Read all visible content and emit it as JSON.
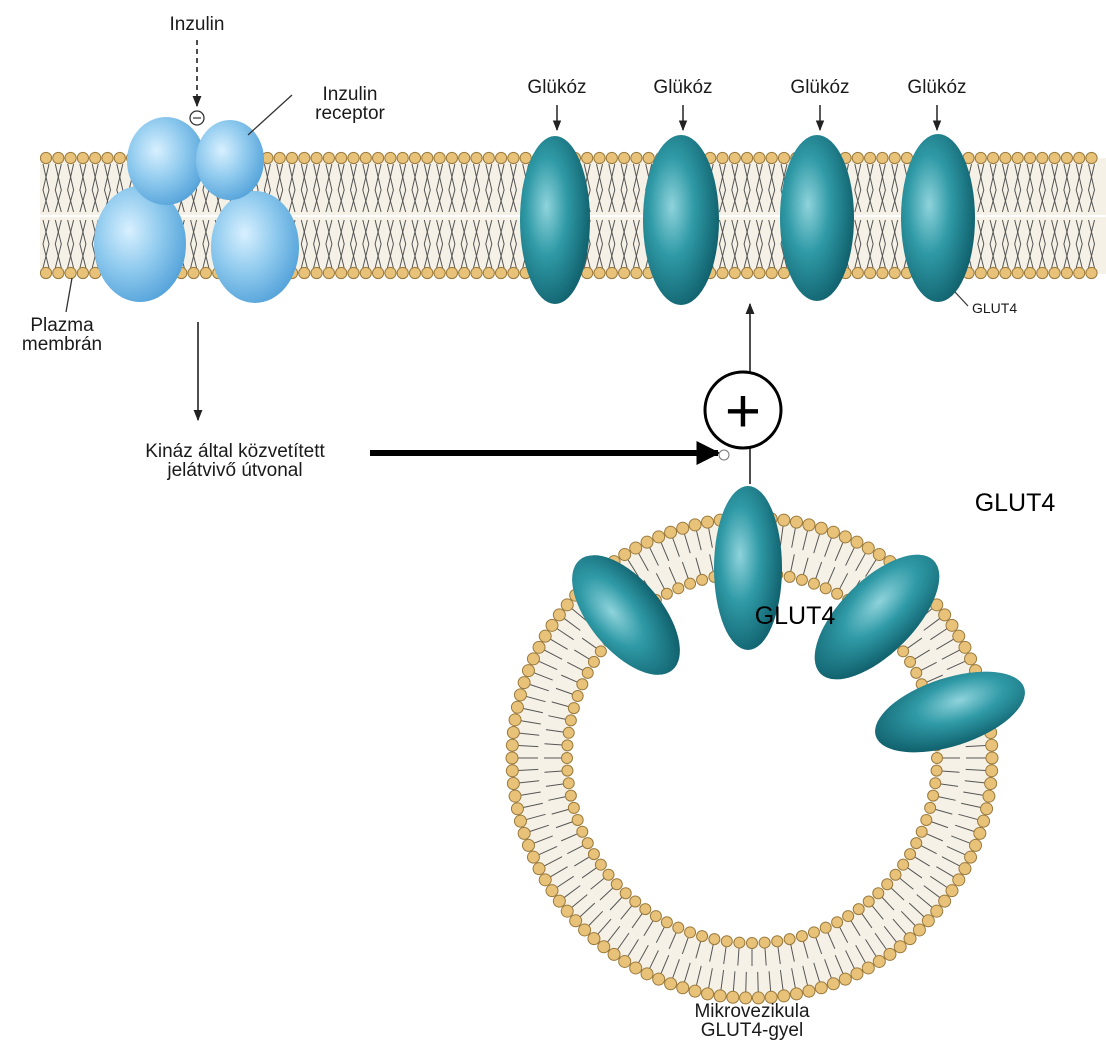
{
  "labels": {
    "insulin": "Inzulin",
    "insulin_receptor_line1": "Inzulin",
    "insulin_receptor_line2": "receptor",
    "plasma_membrane_line1": "Plazma",
    "plasma_membrane_line2": "membrán",
    "glucose": [
      "Glükóz",
      "Glükóz",
      "Glükóz",
      "Glükóz"
    ],
    "glut4_small": "GLUT4",
    "kinase_line1": "Kináz által közvetített",
    "kinase_line2": "jelátvivő útvonal",
    "glut4_right": "GLUT4",
    "glut4_vesicle": "GLUT4",
    "vesicle_line1": "Mikrovezikula",
    "vesicle_line2": "GLUT4-gyel",
    "plus_sign": "+"
  },
  "colors": {
    "receptor": "#8fcaee",
    "transporter": "#1e7f8c",
    "lipid_head": "#e9c27a",
    "lipid_head_stroke": "#9a7a3c",
    "tail": "#555555",
    "membrane_bg": "#f6f1e6"
  }
}
